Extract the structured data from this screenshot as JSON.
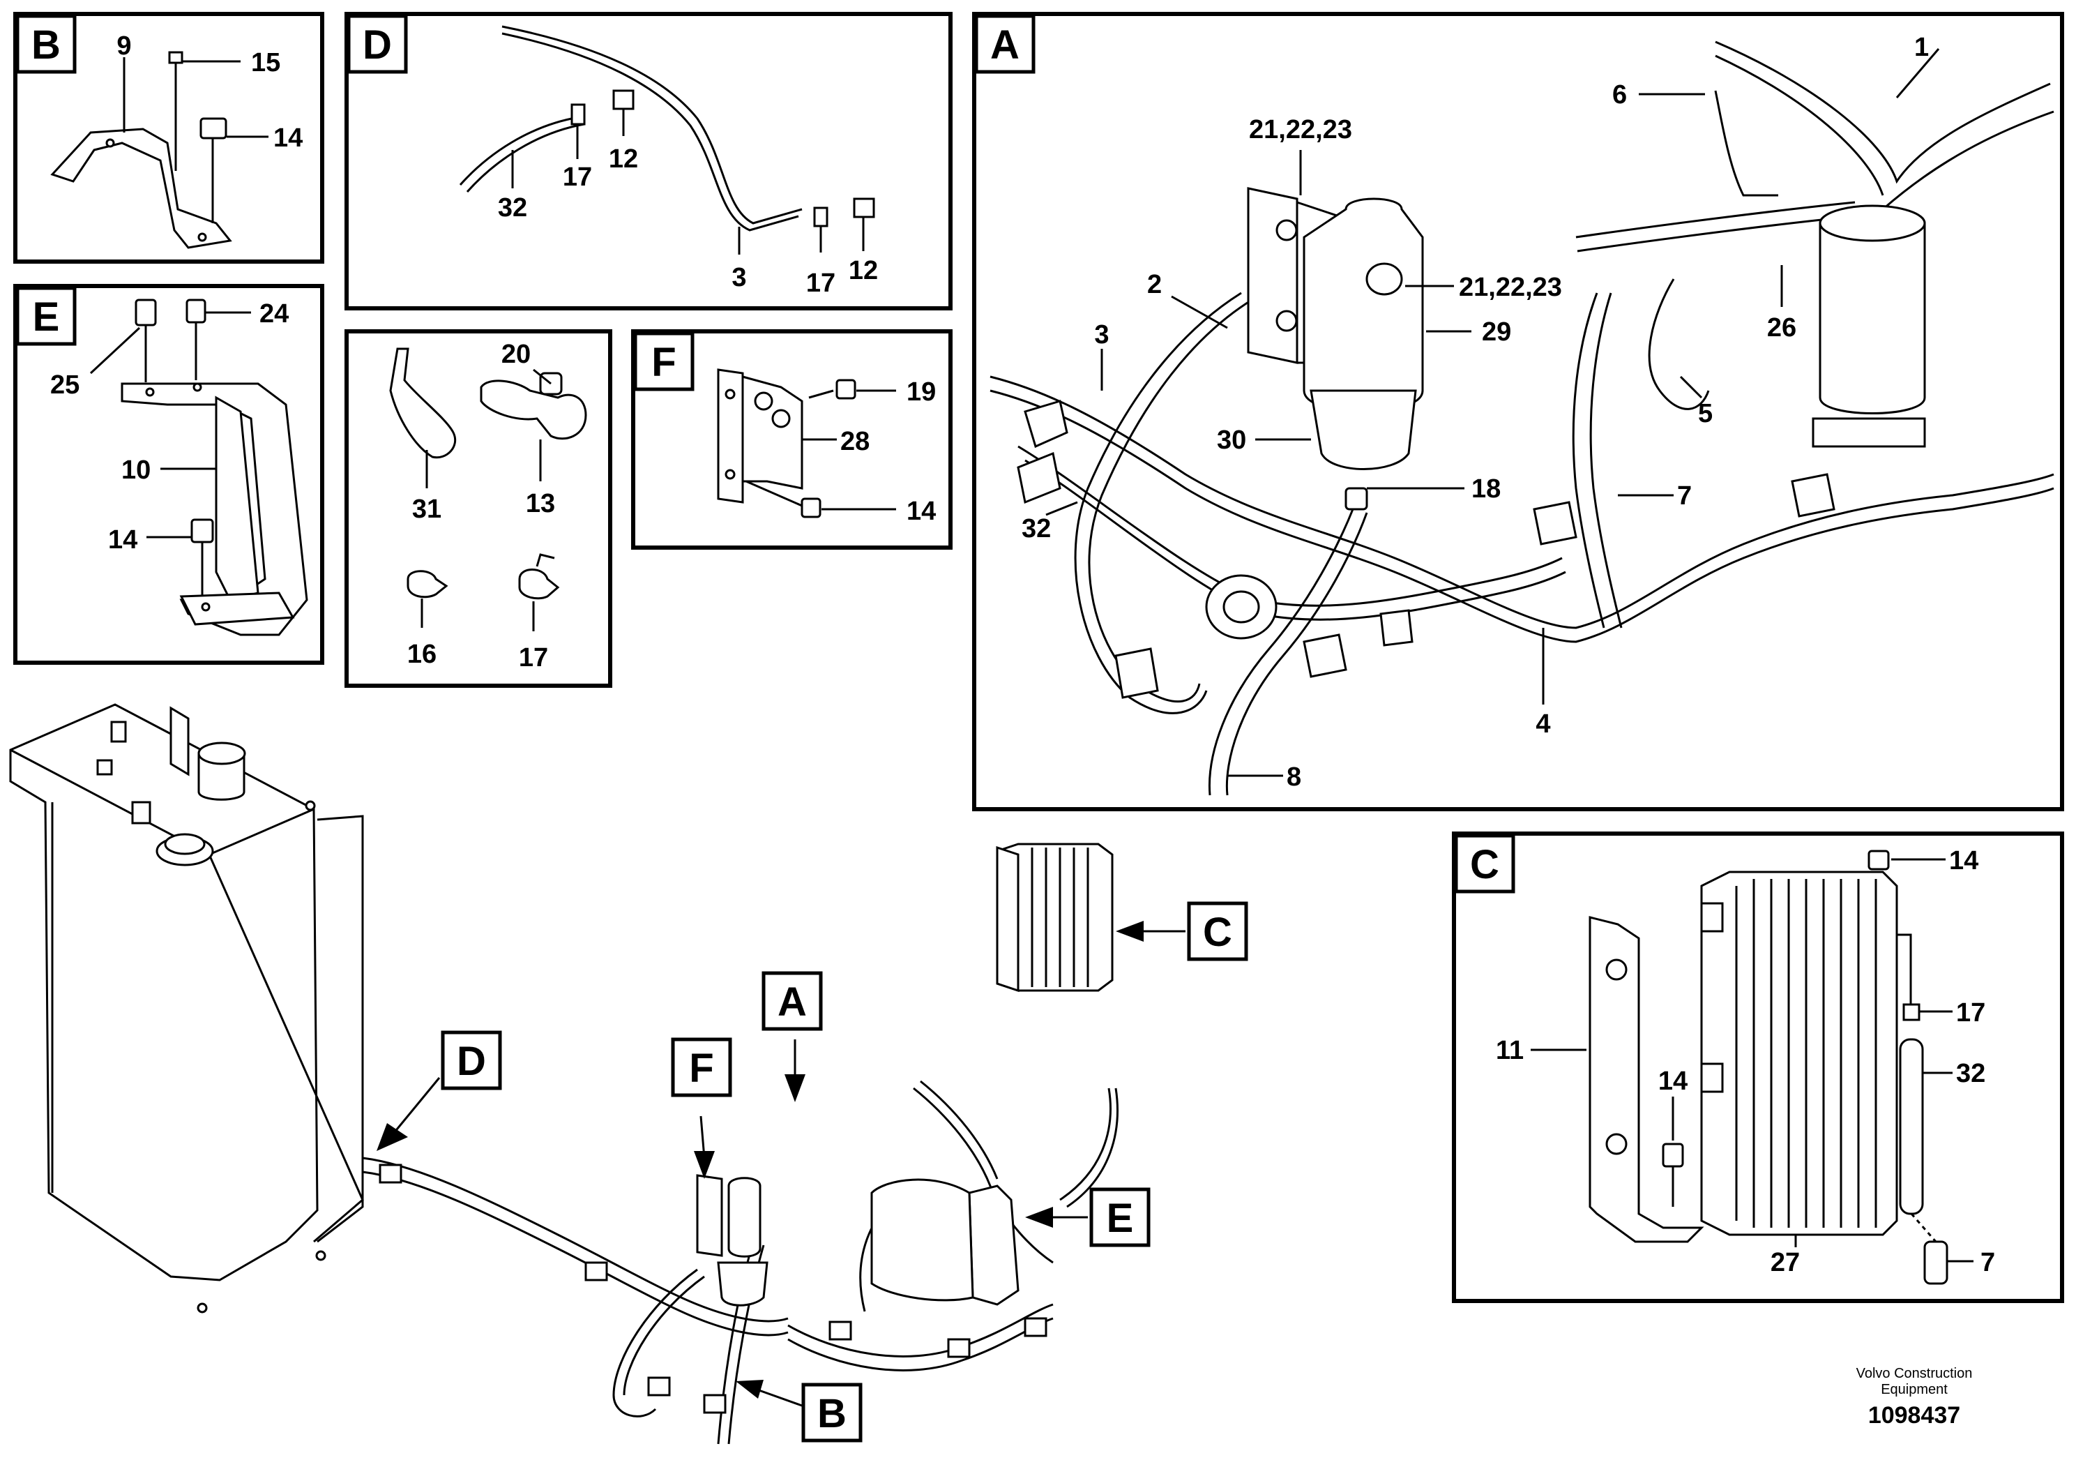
{
  "panels": {
    "A": {
      "letter": "A",
      "labels": [
        "1",
        "6",
        "21,22,23",
        "21,22,23",
        "2",
        "3",
        "29",
        "26",
        "5",
        "30",
        "18",
        "7",
        "32",
        "4",
        "8"
      ]
    },
    "B": {
      "letter": "B",
      "labels": [
        "9",
        "15",
        "14"
      ]
    },
    "C": {
      "letter": "C",
      "labels": [
        "14",
        "17",
        "11",
        "14",
        "32",
        "27",
        "7"
      ]
    },
    "D": {
      "letter": "D",
      "labels": [
        "32",
        "17",
        "12",
        "3",
        "17",
        "12"
      ]
    },
    "E": {
      "letter": "E",
      "labels": [
        "25",
        "24",
        "10",
        "14"
      ]
    },
    "F": {
      "letter": "F",
      "labels": [
        "19",
        "28",
        "14"
      ]
    },
    "G": {
      "labels": [
        "20",
        "31",
        "13",
        "16",
        "17"
      ]
    }
  },
  "overview_tags": [
    "A",
    "B",
    "C",
    "D",
    "E",
    "F"
  ],
  "footer": {
    "company": "Volvo Construction",
    "company2": "Equipment",
    "doc_number": "1098437"
  }
}
